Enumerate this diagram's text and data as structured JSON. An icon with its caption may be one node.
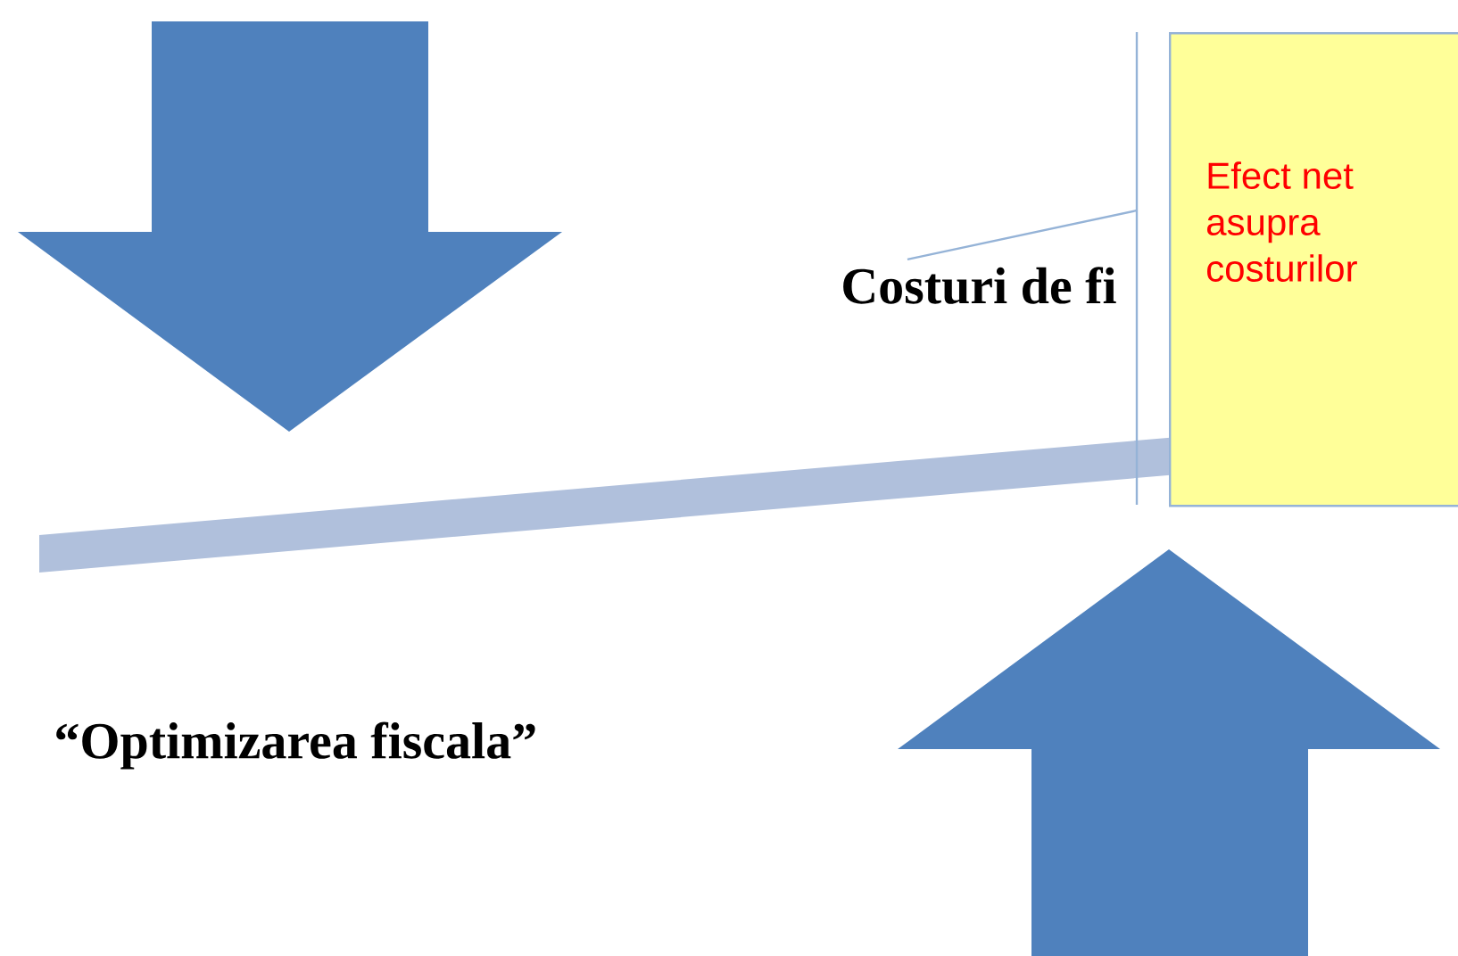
{
  "diagram": {
    "nodes": [
      {
        "text": [
          "Efect net asupra costurilor"
        ]
      },
      {
        "text": [
          "Costuri de fi"
        ]
      }
    ],
    "edges": [
      {
        "from": 0,
        "to": 1,
        "arrow": "none"
      }
    ],
    "labels": [
      "“Optimizarea fiscala”"
    ]
  }
}
